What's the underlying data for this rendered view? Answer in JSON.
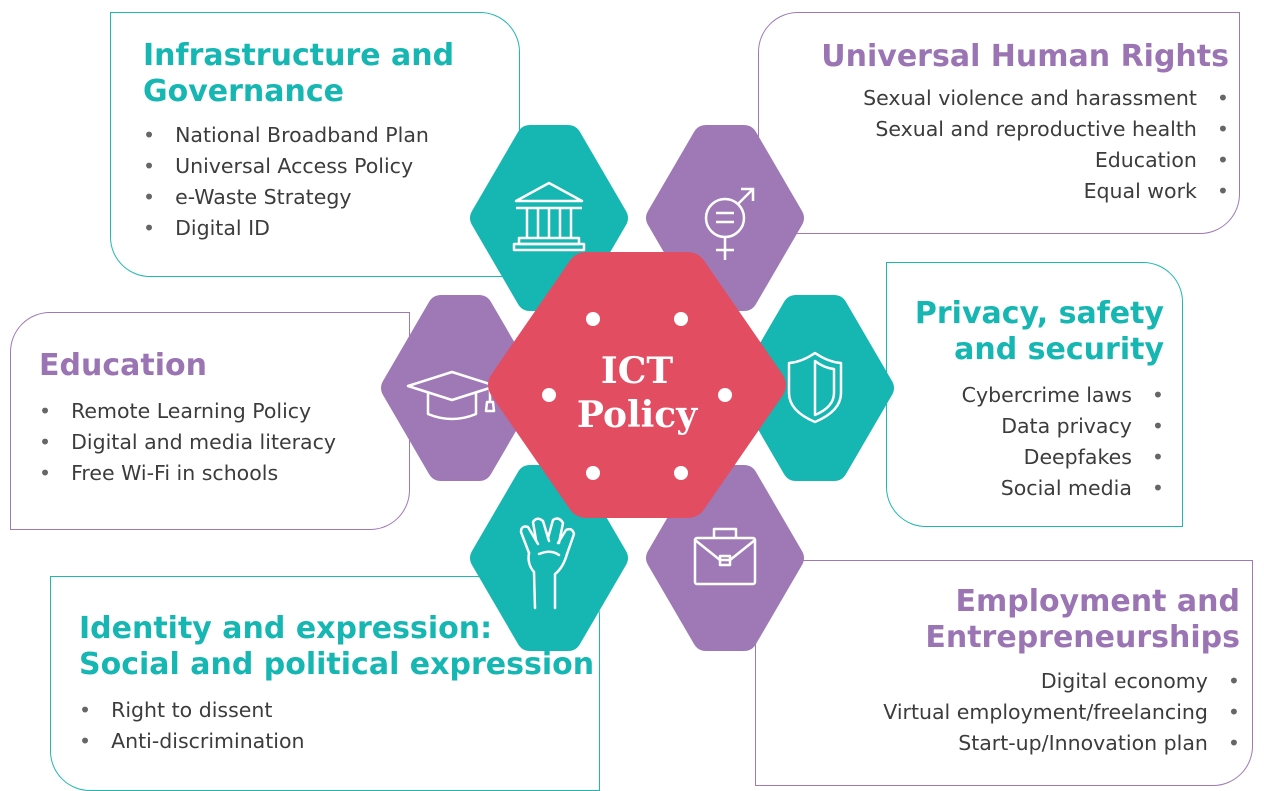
{
  "center": {
    "line1": "ICT",
    "line2": "Policy"
  },
  "colors": {
    "teal": "#16b6b2",
    "purple": "#9f79b6",
    "red": "#e24d62"
  },
  "icons": {
    "infrastructure": "government-building-icon",
    "rights": "gender-equality-icon",
    "privacy": "shield-icon",
    "employment": "briefcase-icon",
    "identity": "raised-fist-icon",
    "education": "graduation-cap-icon"
  },
  "cards": {
    "infrastructure": {
      "title": "Infrastructure and Governance",
      "items": [
        "National Broadband Plan",
        "Universal Access Policy",
        "e-Waste Strategy",
        "Digital ID"
      ]
    },
    "rights": {
      "title": "Universal Human Rights",
      "items": [
        "Sexual violence and harassment",
        "Sexual and reproductive health",
        "Education",
        "Equal work"
      ]
    },
    "privacy": {
      "title_line1": "Privacy, safety",
      "title_line2": "and security",
      "items": [
        "Cybercrime laws",
        "Data privacy",
        "Deepfakes",
        "Social media"
      ]
    },
    "education": {
      "title": "Education",
      "items": [
        "Remote Learning Policy",
        "Digital and media literacy",
        "Free Wi-Fi in schools"
      ]
    },
    "employment": {
      "title_line1": "Employment and",
      "title_line2": "Entrepreneurships",
      "items": [
        "Digital economy",
        "Virtual employment/freelancing",
        "Start-up/Innovation plan"
      ]
    },
    "identity": {
      "title_line1": "Identity and expression:",
      "title_line2": "Social and political expression",
      "items": [
        "Right to dissent",
        "Anti-discrimination"
      ]
    }
  }
}
